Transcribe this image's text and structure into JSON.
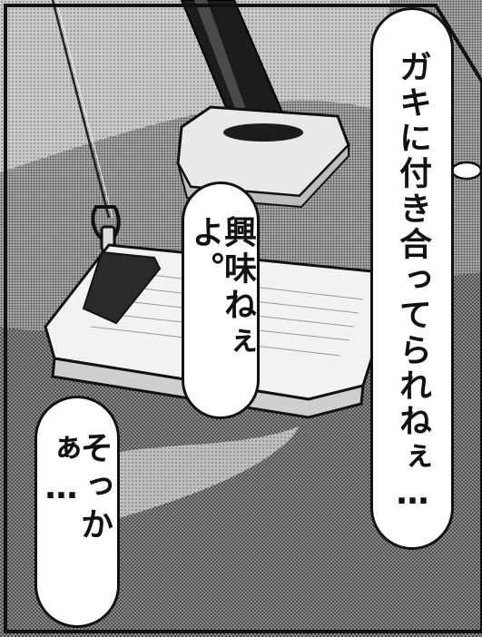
{
  "dialogue": {
    "main": "ガキに付き合ってられねぇ…",
    "mid": "興味ねぇよ。",
    "low": "そっかぁ…"
  },
  "colors": {
    "ink": "#111111",
    "paper": "#ffffff",
    "screentone_dark": "#6b6b6b",
    "screentone_light": "#bdbdbd"
  }
}
